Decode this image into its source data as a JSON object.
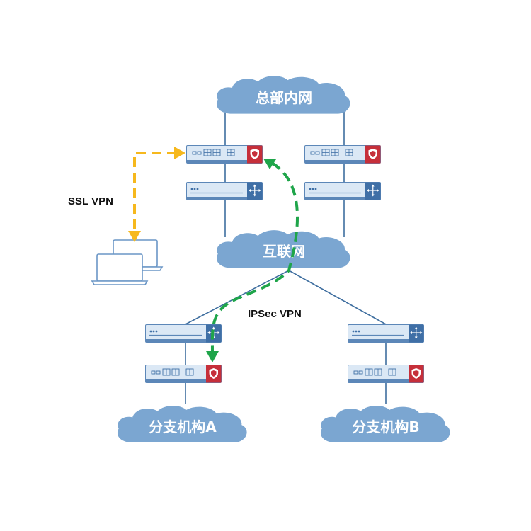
{
  "clouds": {
    "hq": "总部内网",
    "internet": "互联网",
    "branch_a": "分支机构A",
    "branch_b": "分支机构B"
  },
  "labels": {
    "ssl_vpn": "SSL VPN",
    "ipsec_vpn": "IPSec VPN"
  },
  "colors": {
    "cloud": "#7ba6d1",
    "device_face": "#dbe8f5",
    "device_trim": "#5c87b8",
    "device_dark": "#3f6fa6",
    "firewall_red": "#c62f3a",
    "link_line": "#3e6e9f",
    "ssl_arrow": "#f6b81d",
    "ipsec_arrow": "#1fa54a",
    "laptop_outline": "#6a96c6"
  },
  "icons": {
    "firewall": "shield-icon",
    "router": "crosshair-arrows-icon",
    "laptop": "laptop-icon"
  }
}
